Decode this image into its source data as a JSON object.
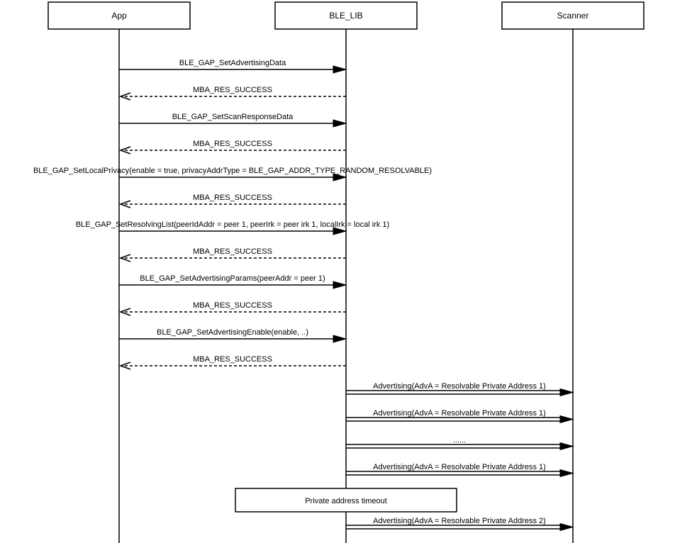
{
  "actors": [
    {
      "id": "app",
      "label": "App"
    },
    {
      "id": "ble_lib",
      "label": "BLE_LIB"
    },
    {
      "id": "scanner",
      "label": "Scanner"
    }
  ],
  "messages": [
    {
      "from": "app",
      "to": "ble_lib",
      "style": "solid",
      "label": "BLE_GAP_SetAdvertisingData"
    },
    {
      "from": "ble_lib",
      "to": "app",
      "style": "dashed",
      "label": "MBA_RES_SUCCESS"
    },
    {
      "from": "app",
      "to": "ble_lib",
      "style": "solid",
      "label": "BLE_GAP_SetScanResponseData"
    },
    {
      "from": "ble_lib",
      "to": "app",
      "style": "dashed",
      "label": "MBA_RES_SUCCESS"
    },
    {
      "from": "app",
      "to": "ble_lib",
      "style": "solid",
      "label": "BLE_GAP_SetLocalPrivacy(enable = true, privacyAddrType = BLE_GAP_ADDR_TYPE_RANDOM_RESOLVABLE)"
    },
    {
      "from": "ble_lib",
      "to": "app",
      "style": "dashed",
      "label": "MBA_RES_SUCCESS"
    },
    {
      "from": "app",
      "to": "ble_lib",
      "style": "solid",
      "label": "BLE_GAP_SetResolvingList(peerIdAddr = peer 1, peerIrk = peer irk 1, localIrk = local irk 1)"
    },
    {
      "from": "ble_lib",
      "to": "app",
      "style": "dashed",
      "label": "MBA_RES_SUCCESS"
    },
    {
      "from": "app",
      "to": "ble_lib",
      "style": "solid",
      "label": "BLE_GAP_SetAdvertisingParams(peerAddr = peer 1)"
    },
    {
      "from": "ble_lib",
      "to": "app",
      "style": "dashed",
      "label": "MBA_RES_SUCCESS"
    },
    {
      "from": "app",
      "to": "ble_lib",
      "style": "solid",
      "label": "BLE_GAP_SetAdvertisingEnable(enable, ..)"
    },
    {
      "from": "ble_lib",
      "to": "app",
      "style": "dashed",
      "label": "MBA_RES_SUCCESS"
    },
    {
      "from": "ble_lib",
      "to": "scanner",
      "style": "double",
      "label": "Advertising(AdvA = Resolvable Private Address 1)"
    },
    {
      "from": "ble_lib",
      "to": "scanner",
      "style": "double",
      "label": "Advertising(AdvA = Resolvable Private Address 1)"
    },
    {
      "from": "ble_lib",
      "to": "scanner",
      "style": "double",
      "label": "......"
    },
    {
      "from": "ble_lib",
      "to": "scanner",
      "style": "double",
      "label": "Advertising(AdvA = Resolvable Private Address 1)"
    },
    {
      "from": "ble_lib",
      "to": "scanner",
      "style": "double",
      "label": "Advertising(AdvA = Resolvable Private Address 2)"
    }
  ],
  "note": {
    "label": "Private address timeout"
  }
}
